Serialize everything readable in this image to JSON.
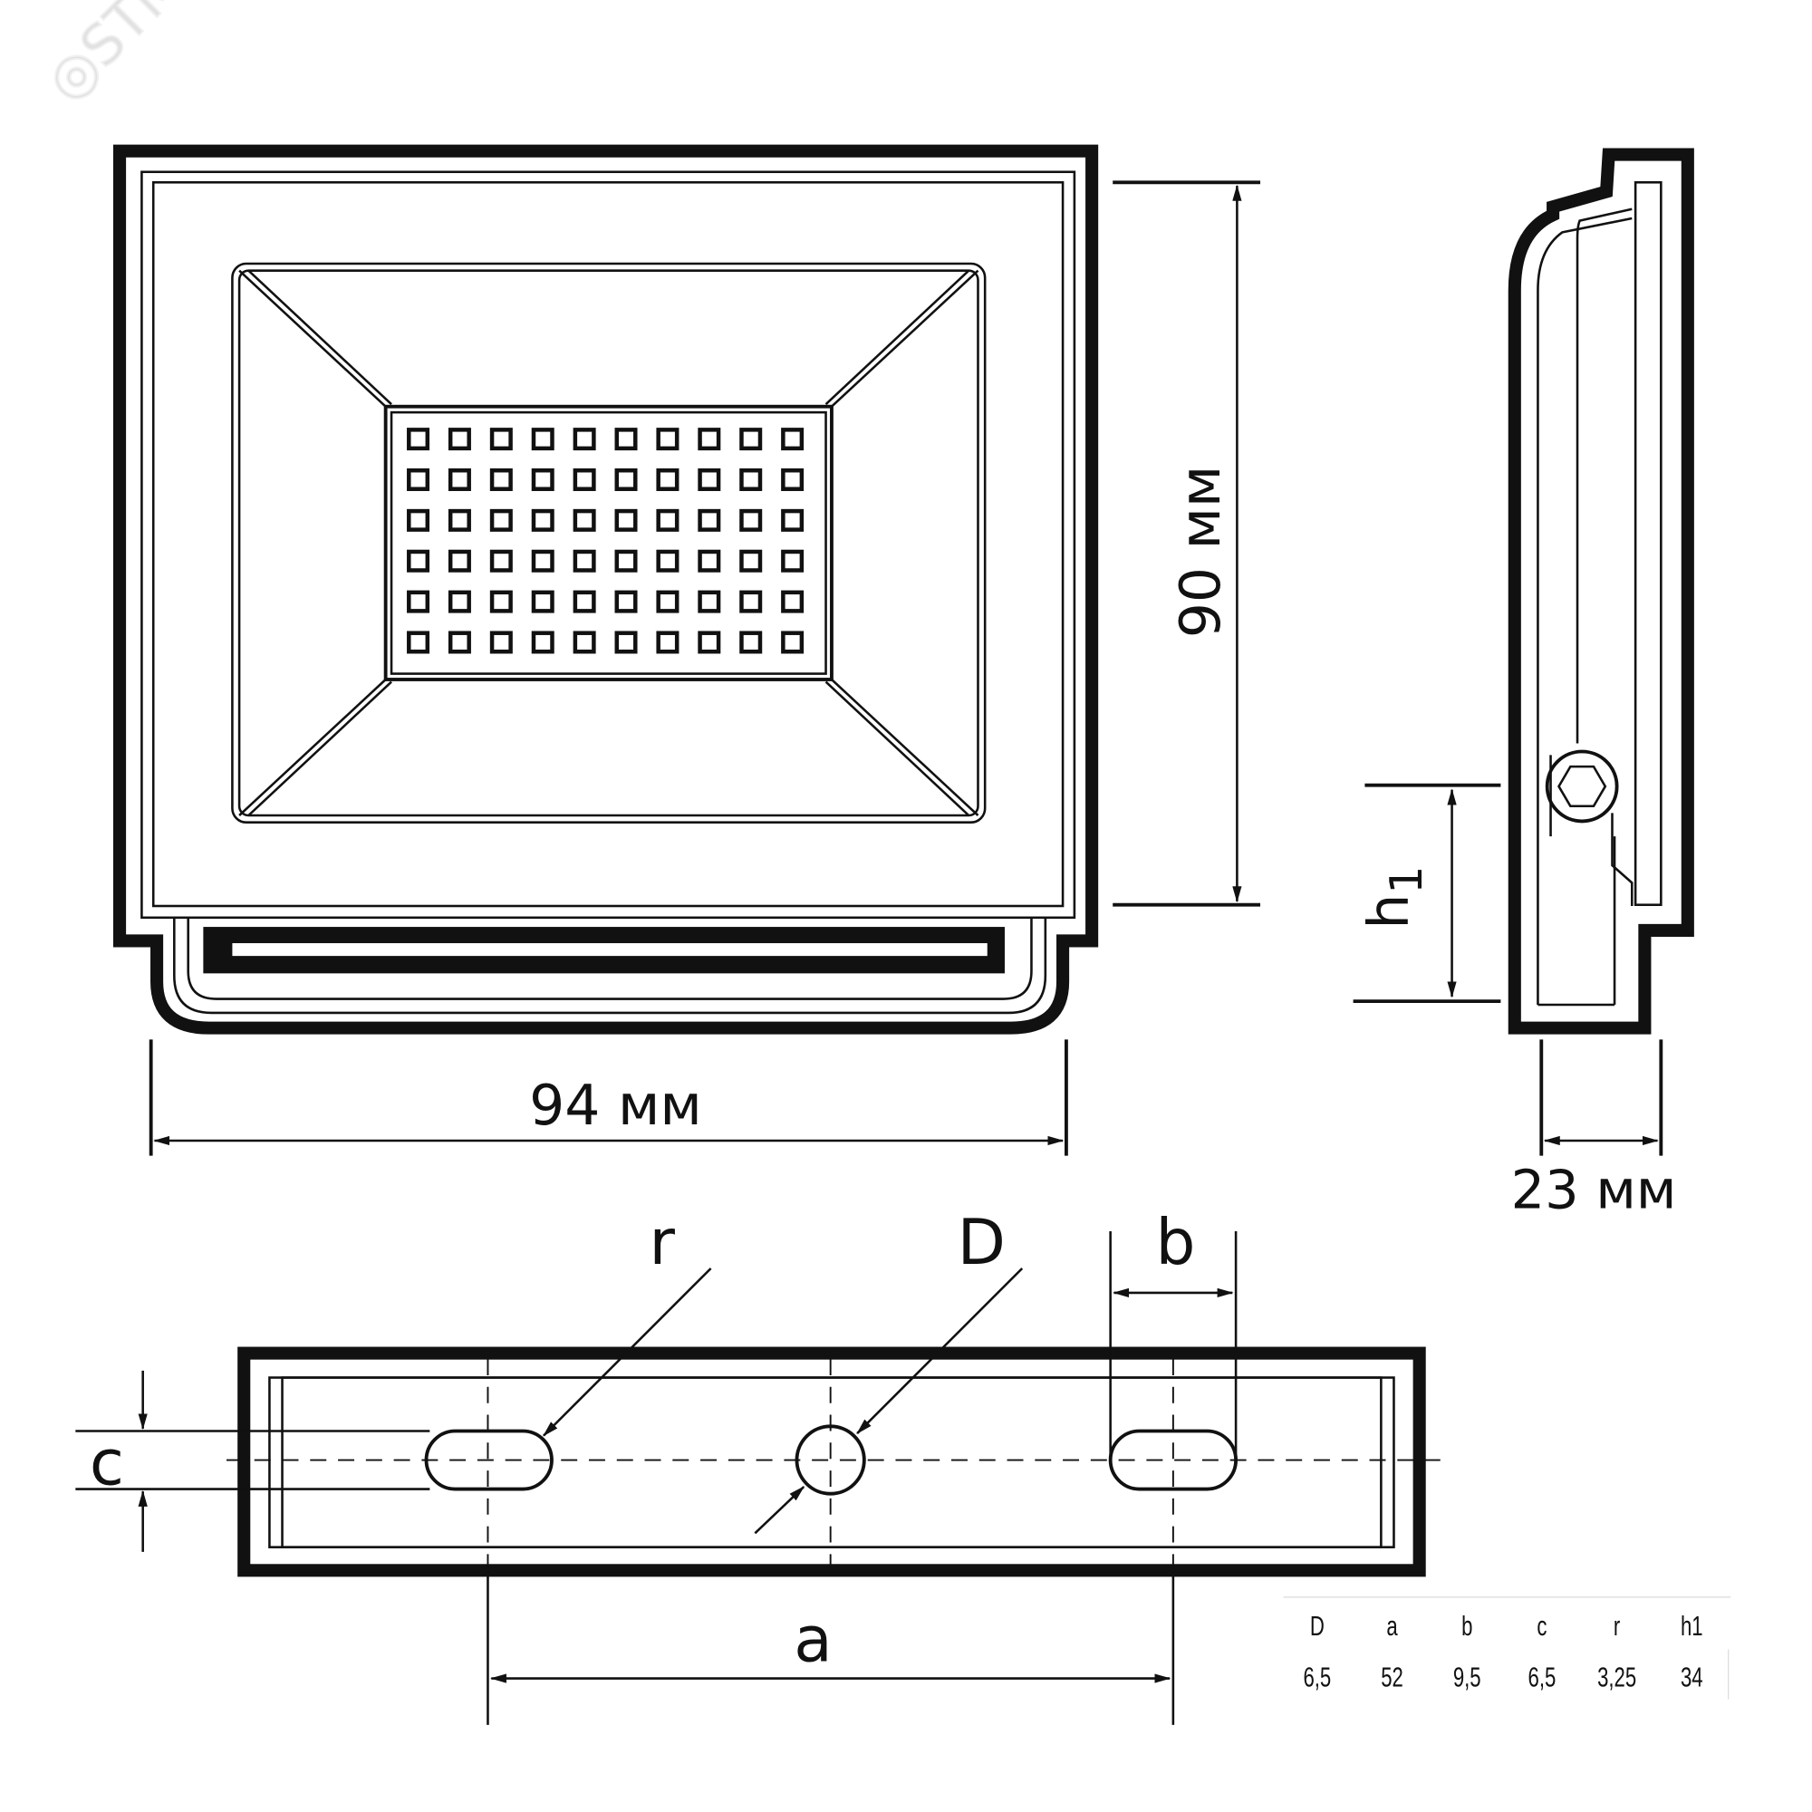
{
  "watermark": "STM",
  "front_view": {
    "width_label": "94 мм",
    "height_label": "90 мм",
    "led_rows": 6,
    "led_cols": 10
  },
  "side_view": {
    "depth_label": "23 мм",
    "h1_label": "h",
    "h1_subscript": "1"
  },
  "bracket_view": {
    "labels": {
      "r": "r",
      "D": "D",
      "b": "b",
      "c": "c",
      "a": "a"
    }
  },
  "dimension_table": {
    "headers": [
      "D",
      "a",
      "b",
      "c",
      "r",
      "h1"
    ],
    "values": [
      "6,5",
      "52",
      "9,5",
      "6,5",
      "3,25",
      "34"
    ]
  },
  "colors": {
    "ink": "#111111",
    "background": "#ffffff"
  }
}
